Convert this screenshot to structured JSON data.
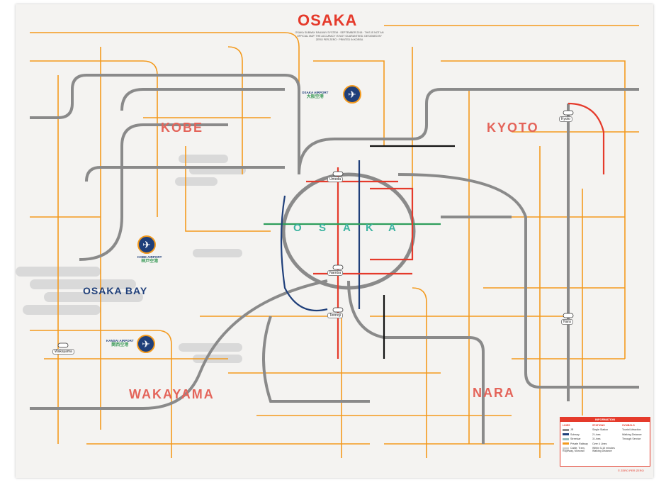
{
  "map": {
    "title": "OSAKA",
    "subtitle": "OSAKA SUBWAY RAILWAY SYSTEM · SEPTEMBER 2018 · THIS IS NOT AN OFFICIAL MAP. THE ACCURACY IS NOT GUARANTEED. DESIGNED BY ZERO PER ZERO · PRINTED IN KOREA",
    "regions": {
      "kobe": "KOBE",
      "kyoto": "KYOTO",
      "wakayama": "WAKAYAMA",
      "nara": "NARA",
      "bay": "OSAKA BAY"
    },
    "center_letters": [
      "O",
      "S",
      "A",
      "K",
      "A"
    ],
    "airports": [
      {
        "name": "OSAKA AIRPORT",
        "jp": "大阪空港",
        "icon": "airplane-icon"
      },
      {
        "name": "KOBE AIRPORT",
        "jp": "神戸空港",
        "icon": "airplane-icon"
      },
      {
        "name": "KANSAI AIRPORT",
        "jp": "関西空港",
        "icon": "airplane-icon"
      }
    ],
    "hubs": [
      "Umeda",
      "Namba",
      "Tennoji",
      "Kyoto",
      "Nara",
      "Wakayama"
    ],
    "colors": {
      "jr": "#8a8a8a",
      "private": "#f39a1e",
      "subway_red": "#e53a2b",
      "subway_blue": "#1f3f7a",
      "subway_green": "#2e9e5b",
      "region": "#e4645a"
    }
  },
  "legend": {
    "header": "INFORMATION",
    "lines_title": "LINES",
    "lines": [
      "JR",
      "Subway",
      "Streetcar",
      "Private Railway",
      "Cable, Tram, Ropeway, Monorail"
    ],
    "stations_title": "STATIONS",
    "stations": [
      "Single Station",
      "2 Lines",
      "3 Lines",
      "Over 4 Lines",
      "Within 5-10 minutes Walking Distance"
    ],
    "symbols_title": "SYMBOLS",
    "symbols": [
      "Tourist Attraction",
      "Walking Distance",
      "Through Service"
    ],
    "copyright": "© ZERO PER ZERO"
  }
}
